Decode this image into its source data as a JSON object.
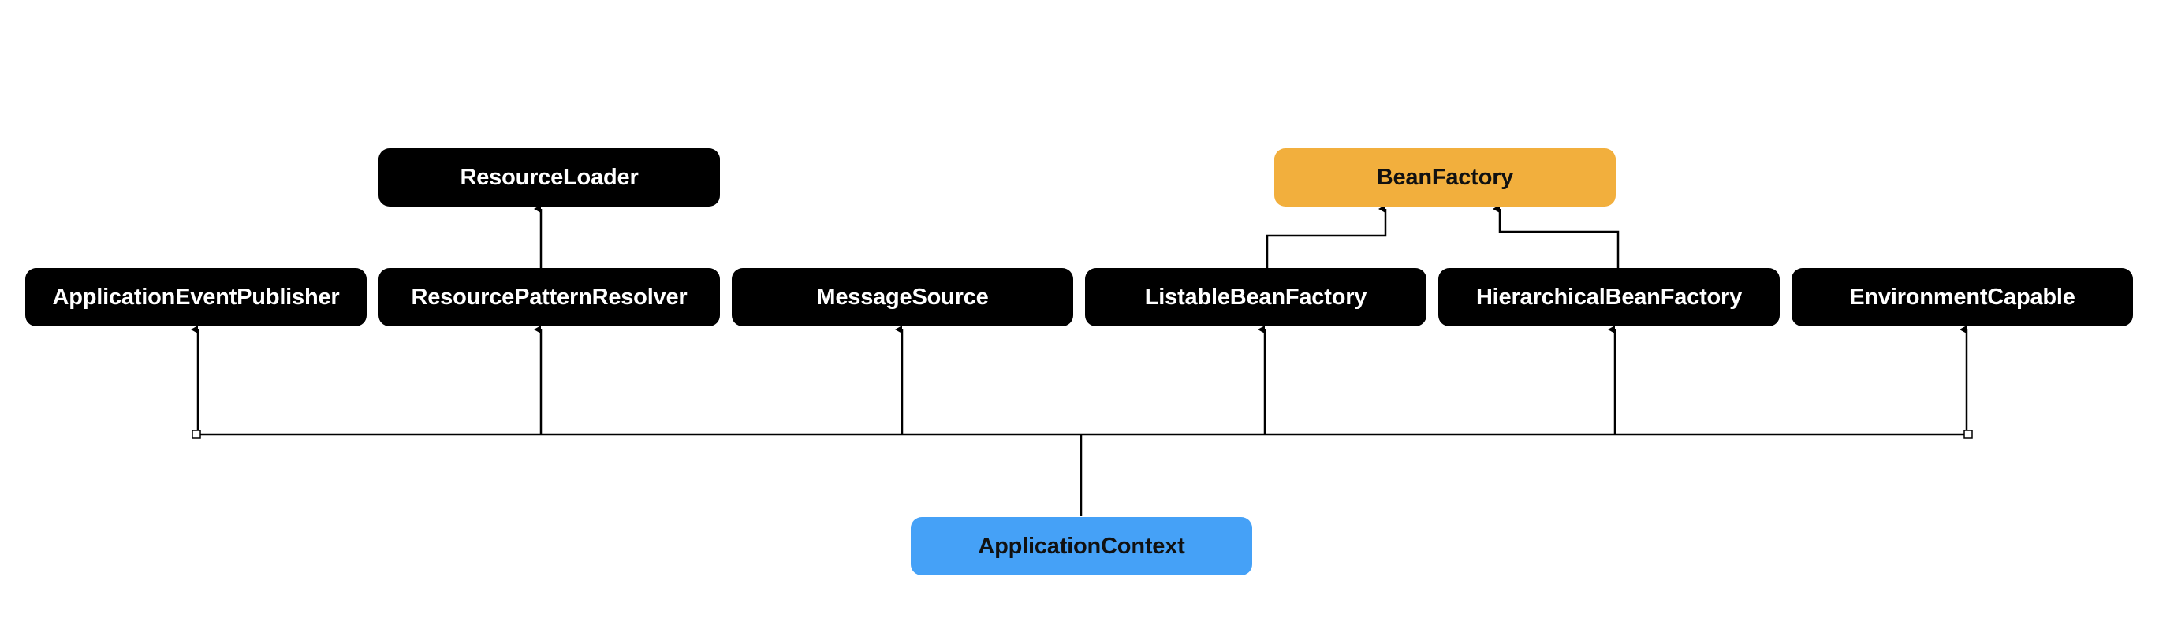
{
  "diagram": {
    "nodes": {
      "resource_loader": {
        "label": "ResourceLoader",
        "color": "#000000",
        "text_color": "#ffffff"
      },
      "bean_factory": {
        "label": "BeanFactory",
        "color": "#F2AF3D",
        "text_color": "#111111"
      },
      "application_event_publisher": {
        "label": "ApplicationEventPublisher",
        "color": "#000000",
        "text_color": "#ffffff"
      },
      "resource_pattern_resolver": {
        "label": "ResourcePatternResolver",
        "color": "#000000",
        "text_color": "#ffffff"
      },
      "message_source": {
        "label": "MessageSource",
        "color": "#000000",
        "text_color": "#ffffff"
      },
      "listable_bean_factory": {
        "label": "ListableBeanFactory",
        "color": "#000000",
        "text_color": "#ffffff"
      },
      "hierarchical_bean_factory": {
        "label": "HierarchicalBeanFactory",
        "color": "#000000",
        "text_color": "#ffffff"
      },
      "environment_capable": {
        "label": "EnvironmentCapable",
        "color": "#000000",
        "text_color": "#ffffff"
      },
      "application_context": {
        "label": "ApplicationContext",
        "color": "#45A1F7",
        "text_color": "#111111"
      }
    },
    "edges": [
      {
        "from": "resource_pattern_resolver",
        "to": "resource_loader"
      },
      {
        "from": "listable_bean_factory",
        "to": "bean_factory"
      },
      {
        "from": "hierarchical_bean_factory",
        "to": "bean_factory"
      },
      {
        "from": "application_context",
        "to": "application_event_publisher"
      },
      {
        "from": "application_context",
        "to": "resource_pattern_resolver"
      },
      {
        "from": "application_context",
        "to": "message_source"
      },
      {
        "from": "application_context",
        "to": "listable_bean_factory"
      },
      {
        "from": "application_context",
        "to": "hierarchical_bean_factory"
      },
      {
        "from": "application_context",
        "to": "environment_capable"
      }
    ],
    "line_color": "#000000"
  }
}
